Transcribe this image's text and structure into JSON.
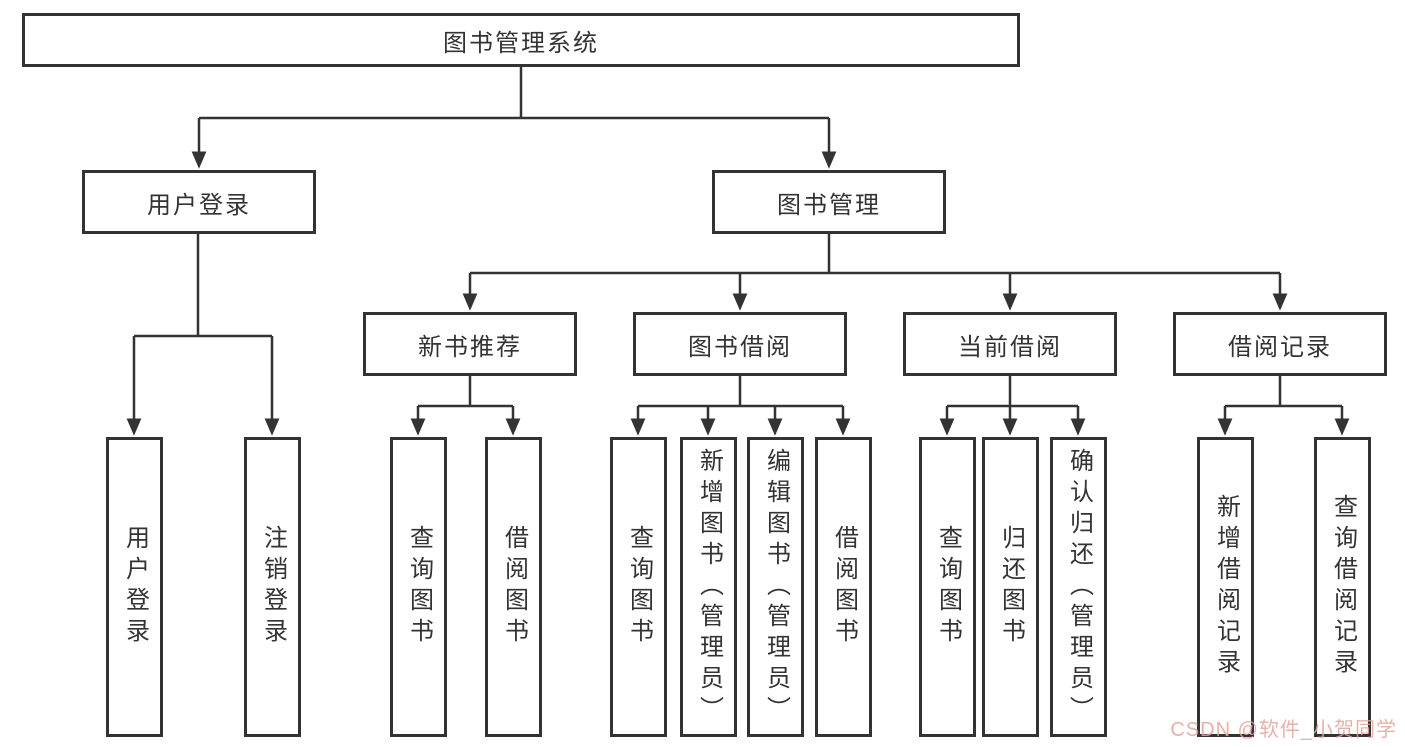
{
  "diagram_title": "图书管理系统",
  "tree": {
    "root": {
      "label": "图书管理系统"
    },
    "children": [
      {
        "label": "用户登录",
        "children": [
          {
            "label": "用户登录"
          },
          {
            "label": "注销登录"
          }
        ]
      },
      {
        "label": "图书管理",
        "children": [
          {
            "label": "新书推荐",
            "children": [
              {
                "label": "查询图书"
              },
              {
                "label": "借阅图书"
              }
            ]
          },
          {
            "label": "图书借阅",
            "children": [
              {
                "label": "查询图书"
              },
              {
                "label": "新增图书（管理员）"
              },
              {
                "label": "编辑图书（管理员）"
              },
              {
                "label": "借阅图书"
              }
            ]
          },
          {
            "label": "当前借阅",
            "children": [
              {
                "label": "查询图书"
              },
              {
                "label": "归还图书"
              },
              {
                "label": "确认归还（管理员）"
              }
            ]
          },
          {
            "label": "借阅记录",
            "children": [
              {
                "label": "新增借阅记录"
              },
              {
                "label": "查询借阅记录"
              }
            ]
          }
        ]
      }
    ]
  },
  "watermark": {
    "text": "CSDN @软件_小贺同学"
  },
  "colors": {
    "line": "#333333",
    "box_border": "#333333",
    "text": "#333333",
    "background": "#ffffff",
    "watermark": "#e3a49c"
  }
}
